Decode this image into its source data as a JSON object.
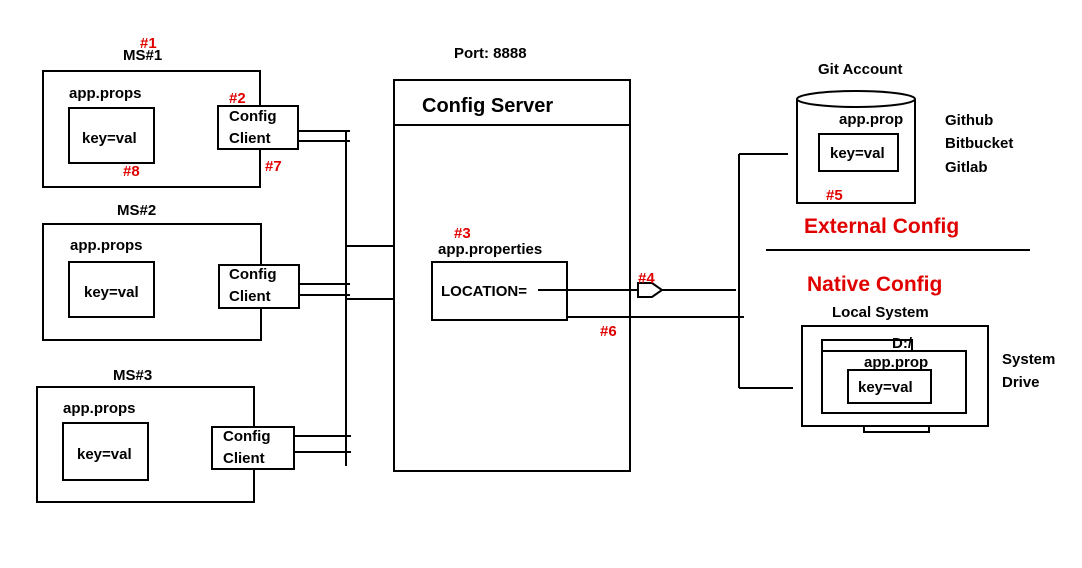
{
  "colors": {
    "annotation": "#e00000",
    "line": "#000000",
    "background": "#ffffff"
  },
  "port_label": "Port: 8888",
  "server": {
    "title": "Config Server",
    "props_label": "app.properties",
    "location_label": "LOCATION="
  },
  "services": [
    {
      "name": "MS#1",
      "props_label": "app.props",
      "kv": "key=val",
      "client_line1": "Config",
      "client_line2": "Client"
    },
    {
      "name": "MS#2",
      "props_label": "app.props",
      "kv": "key=val",
      "client_line1": "Config",
      "client_line2": "Client"
    },
    {
      "name": "MS#3",
      "props_label": "app.props",
      "kv": "key=val",
      "client_line1": "Config",
      "client_line2": "Client"
    }
  ],
  "git": {
    "title": "Git Account",
    "prop_label": "app.prop",
    "kv": "key=val",
    "providers": [
      "Github",
      "Bitbucket",
      "Gitlab"
    ]
  },
  "external_config_label": "External Config",
  "native_config_label": "Native Config",
  "local": {
    "title": "Local System",
    "drive_label": "D:/",
    "prop_label": "app.prop",
    "kv": "key=val",
    "side_line1": "System",
    "side_line2": "Drive"
  },
  "markers": {
    "m1": "#1",
    "m2": "#2",
    "m3": "#3",
    "m4": "#4",
    "m5": "#5",
    "m6": "#6",
    "m7": "#7",
    "m8": "#8"
  }
}
